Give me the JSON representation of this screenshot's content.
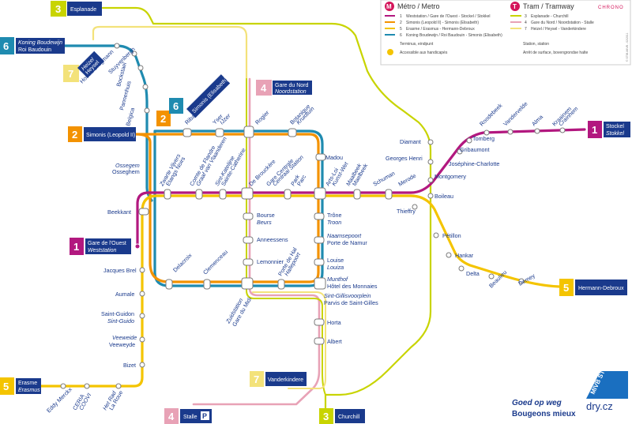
{
  "legend": {
    "metro_title": "Métro / Metro",
    "tram_title": "Tram / Tramway",
    "chrono": "CHRONO",
    "metro_lines": [
      {
        "num": "1",
        "color": "#b2187f",
        "text": "Weststation / Gare de l'Ouest - Stockel / Stokkel"
      },
      {
        "num": "2",
        "color": "#f39200",
        "text": "Simonis (Leopold II) - Simonis (Elisabeth)"
      },
      {
        "num": "5",
        "color": "#f4c400",
        "text": "Erasme / Erasmus - Hermann-Debroux"
      },
      {
        "num": "6",
        "color": "#1f8bb0",
        "text": "Koning Boudewijn / Roi Baudouin - Simonis (Elisabeth)"
      }
    ],
    "tram_lines": [
      {
        "num": "3",
        "color": "#c8d400",
        "text": "Esplanade - Churchill"
      },
      {
        "num": "4",
        "color": "#e8a2b6",
        "text": "Gare du Nord / Noordstation - Stalle"
      },
      {
        "num": "7",
        "color": "#f3e27a",
        "text": "Heizel / Heysel - Vanderkindere"
      }
    ],
    "terminus_text": "Terminus, eindpunt",
    "access_text": "Accessible aux handicapés",
    "station_text": "Station, station",
    "surface_text": "Arrêt de surface, bovengrondse halte",
    "edition": "© STIB-MIVB - 02/2011"
  },
  "colors": {
    "metro1": "#b2187f",
    "metro2": "#f39200",
    "metro5": "#f4c400",
    "metro6": "#1f8bb0",
    "tram3": "#c8d400",
    "tram4": "#e8a2b6",
    "tram7": "#f3e27a",
    "station_text": "#1a3a8c",
    "terminus_bg": "#1a3a8c"
  },
  "terminals": {
    "esplanade": {
      "num": "3",
      "label": "Esplanade"
    },
    "roi_baudouin": {
      "num": "6",
      "label1": "Koning Boudewijn",
      "label2": "Roi Baudouin"
    },
    "heizel": {
      "num": "7",
      "label1": "Heizel",
      "label2": "Heysel"
    },
    "simonis_leopold": {
      "num": "2",
      "label": "Simonis (Leopold II)"
    },
    "simonis_elisabeth": {
      "num1": "2",
      "num2": "6",
      "label": "Simonis (Elisabeth)"
    },
    "gare_du_nord": {
      "num": "4",
      "label1": "Gare du Nord",
      "label2": "Noordstation"
    },
    "stockel": {
      "num": "1",
      "label1": "Stockel",
      "label2": "Stokkel"
    },
    "gare_ouest": {
      "num": "1",
      "label1": "Gare de l'Ouest",
      "label2": "Weststation"
    },
    "hermann": {
      "num": "5",
      "label": "Hermann-Debroux"
    },
    "erasme": {
      "num": "5",
      "label1": "Erasme",
      "label2": "Erasmus"
    },
    "vanderkindere": {
      "num": "7",
      "label": "Vanderkindere"
    },
    "stalle": {
      "num": "4",
      "label": "Stalle",
      "parking": "P"
    },
    "churchill": {
      "num": "3",
      "label": "Churchill"
    }
  },
  "stations": {
    "houba": "Houba-Brugmann",
    "stuyvenbergh": "Stuyvenbergh",
    "bockstael": "Bockstael",
    "pannenhuis": "Pannenhuis",
    "belgica": "Belgica",
    "ribaucourt": "Ribaucourt",
    "yser": "Yser",
    "ijzer": "IJzer",
    "rogier": "Rogier",
    "botanique": "Botanique",
    "kruidtuin": "Kruidtuin",
    "ossegem": "Ossegem",
    "osseghem": "Osseghem",
    "etangs": "Etangs Noirs",
    "zwarte": "Zwarte Vijvers",
    "comte": "Comte de Flandre",
    "graaf": "Graaf van Vlaanderen",
    "katelijne": "Sint-Katelijne",
    "catherine": "Sainte-Catherine",
    "debrouckere": "De Brouckère",
    "gare_centrale": "Gare Centrale",
    "centraal": "Centraal Station",
    "park": "Park",
    "parc": "Parc",
    "madou": "Madou",
    "arts_loi": "Arts-Loi",
    "kunst_wet": "Kunst-Wet",
    "maelbeek": "Maalbeek",
    "maelbeek2": "Maelbeek",
    "schuman": "Schuman",
    "merode": "Merode",
    "diamant": "Diamant",
    "georges_henri": "Georges Henri",
    "montgomery": "Montgomery",
    "josephine": "Joséphine-Charlotte",
    "gribaumont": "Gribaumont",
    "tomberg": "Tomberg",
    "roodebeek": "Roodebeek",
    "vandervelde": "Vandervelde",
    "alma": "Alma",
    "kraainem": "Kraainem",
    "crainhem": "Crainhem",
    "boileau": "Boileau",
    "thieffry": "Thieffry",
    "petillon": "Pétillon",
    "hankar": "Hankar",
    "delta": "Delta",
    "beaulieu": "Beaulieu",
    "demey": "Demey",
    "beekkant": "Beekkant",
    "bourse": "Bourse",
    "beurs": "Beurs",
    "anneessens": "Anneessens",
    "lemonnier": "Lemonnier",
    "trone": "Trône",
    "troon": "Troon",
    "naamsepoort": "Naamsepoort",
    "porte_namur": "Porte de Namur",
    "louise": "Louise",
    "louiza": "Louiza",
    "munthof": "Munthof",
    "hotel_monnaies": "Hôtel des Monnaies",
    "gillis1": "Sint-Gillisvoorplein",
    "gillis2": "Parvis de Saint-Gilles",
    "horta": "Horta",
    "albert": "Albert",
    "delacroix": "Delacroix",
    "clemenceau": "Clemenceau",
    "zuidstation": "Zuidstation",
    "gare_midi": "Gare du Midi",
    "porte_hal": "Porte de Hal",
    "hallepoort": "Hallepoort",
    "jacques_brel": "Jacques Brel",
    "aumale": "Aumale",
    "guidon1": "Saint-Guidon",
    "guidon2": "Sint-Guido",
    "veeweyde1": "Veeweide",
    "veeweyde2": "Veeweyde",
    "bizet": "Bizet",
    "eddy": "Eddy Merckx",
    "ceria": "CERIA",
    "coovi": "COOVI",
    "roseelabel1": "Het Rad",
    "roseelabel2": "La Roue"
  },
  "branding": {
    "logo_text": "MIVB STIB",
    "slogan1": "Goed op weg",
    "slogan2": "Bougeons mieux",
    "watermark": "dry.cz"
  }
}
